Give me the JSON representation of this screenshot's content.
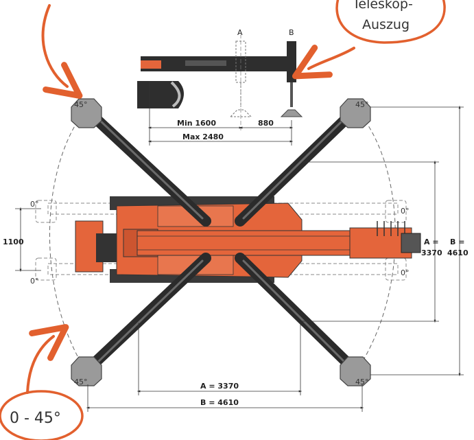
{
  "colors": {
    "accent": "#E2602E",
    "body_orange": "#E4653B",
    "dark_arm": "#2b2b2b",
    "pad_gray": "#9a9a9a",
    "dim_line": "#333333"
  },
  "callouts": {
    "telescope_line1": "Teleskop-",
    "telescope_line2": "Auszug",
    "angle_range": "0 - 45°"
  },
  "top_view": {
    "marker_a": "A",
    "marker_b": "B",
    "min_label": "Min 1600",
    "ext_label": "880",
    "max_label": "Max 2480"
  },
  "angles": {
    "top_left": "45°",
    "top_right": "45°",
    "bottom_left": "45°",
    "bottom_right": "45°",
    "mid_left_upper": "0°",
    "mid_left_lower": "0°",
    "mid_right_upper": "0°",
    "mid_right_lower": "0°"
  },
  "dimensions": {
    "width_retracted": "1100",
    "span_a_side_line1": "A =",
    "span_a_side_line2": "3370",
    "span_b_side_line1": "B =",
    "span_b_side_line2": "4610",
    "span_a_bottom": "A = 3370",
    "span_b_bottom": "B = 4610"
  }
}
